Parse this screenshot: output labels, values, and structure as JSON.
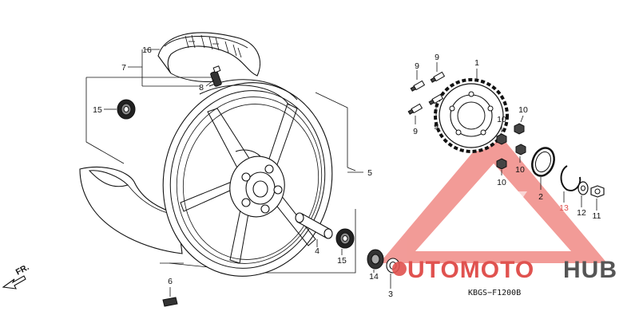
{
  "diagram": {
    "code": "KBGS−F1200B",
    "front_marker": "FR.",
    "watermark": {
      "text_red": "UTOMOTO",
      "text_dark": "HUB",
      "color_red": "#e0524f",
      "color_dark": "#555555"
    },
    "callouts": [
      {
        "id": "c1",
        "text": "1"
      },
      {
        "id": "c2",
        "text": "2"
      },
      {
        "id": "c3",
        "text": "3"
      },
      {
        "id": "c4",
        "text": "4"
      },
      {
        "id": "c5",
        "text": "5"
      },
      {
        "id": "c6",
        "text": "6"
      },
      {
        "id": "c7",
        "text": "7"
      },
      {
        "id": "c8",
        "text": "8"
      },
      {
        "id": "c9a",
        "text": "9"
      },
      {
        "id": "c9b",
        "text": "9"
      },
      {
        "id": "c9c",
        "text": "9"
      },
      {
        "id": "c9d",
        "text": "9"
      },
      {
        "id": "c10a",
        "text": "10"
      },
      {
        "id": "c10b",
        "text": "10"
      },
      {
        "id": "c10c",
        "text": "10"
      },
      {
        "id": "c10d",
        "text": "10"
      },
      {
        "id": "c11",
        "text": "11"
      },
      {
        "id": "c12",
        "text": "12"
      },
      {
        "id": "c13",
        "text": "13"
      },
      {
        "id": "c14",
        "text": "14"
      },
      {
        "id": "c15a",
        "text": "15"
      },
      {
        "id": "c15b",
        "text": "15"
      },
      {
        "id": "c16",
        "text": "16"
      }
    ]
  }
}
